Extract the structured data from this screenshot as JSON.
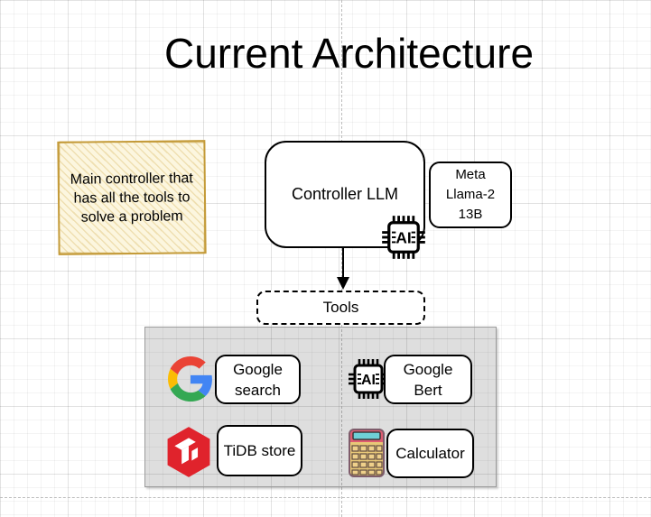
{
  "title": "Current Architecture",
  "note": {
    "text": "Main controller that has all the tools to solve a problem"
  },
  "controller_box": {
    "label": "Controller LLM"
  },
  "chip": {
    "label": "AI"
  },
  "model_box": {
    "line1": "Meta",
    "line2": "Llama-2",
    "line3": "13B"
  },
  "tools_box": {
    "label": "Tools"
  },
  "tool_items": [
    {
      "icon": "google-logo",
      "label": "Google search"
    },
    {
      "icon": "ai-chip",
      "label": "Google Bert"
    },
    {
      "icon": "tidb-logo",
      "label": "TiDB store"
    },
    {
      "icon": "calculator",
      "label": "Calculator"
    }
  ],
  "colors": {
    "note_border": "#c49b3a",
    "note_fill": "#fcf6df",
    "container_fill": "#d5d5d5",
    "shape_border": "#000000",
    "google_red": "#EA4335",
    "google_blue": "#4285F4",
    "google_yellow": "#FBBC05",
    "google_green": "#34A853",
    "tidb_red": "#E0232C",
    "calc_top": "#DD5C71",
    "calc_screen": "#6FD0D6",
    "calc_body": "#E8C877"
  }
}
